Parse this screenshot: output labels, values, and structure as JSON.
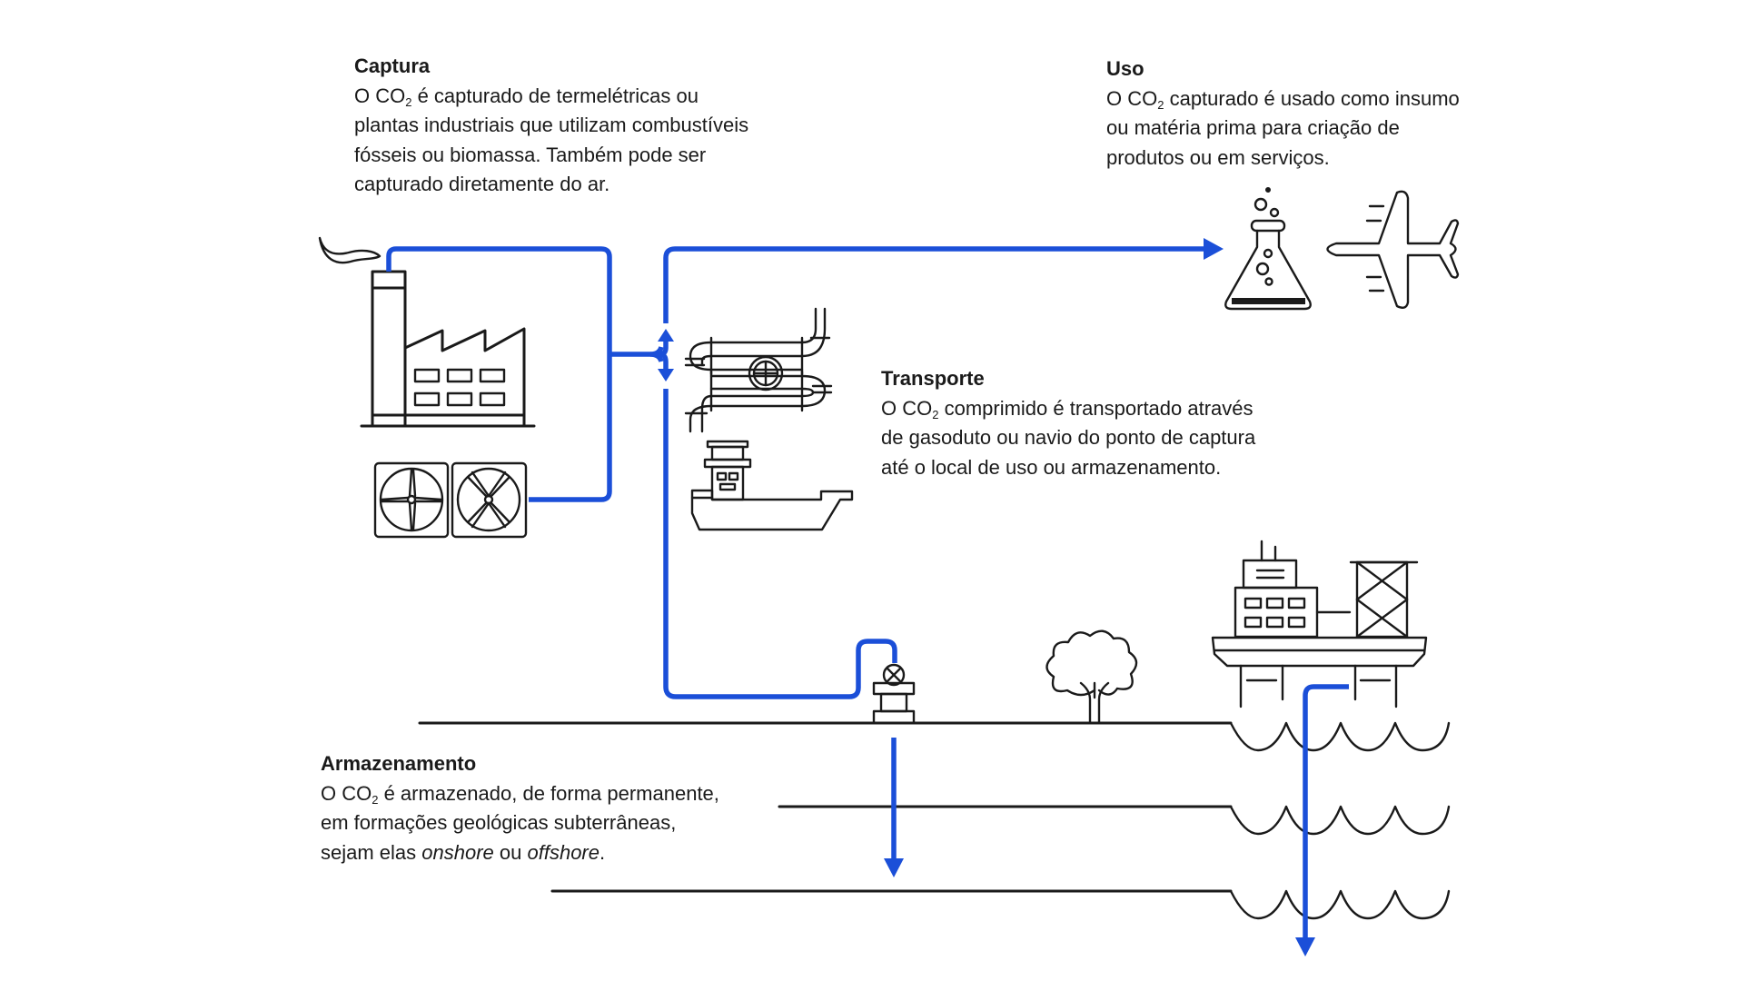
{
  "colors": {
    "flow": "#1b4fd8",
    "ink": "#1a1a1a",
    "background": "#ffffff"
  },
  "sections": {
    "captura": {
      "title": "Captura",
      "lines": [
        {
          "pre": "O CO",
          "sub": "2",
          "post": " é capturado de termelétricas ou"
        },
        {
          "text": "plantas industriais que utilizam combustíveis"
        },
        {
          "text": "fósseis ou biomassa. Também pode ser"
        },
        {
          "text": "capturado diretamente do ar."
        }
      ]
    },
    "uso": {
      "title": "Uso",
      "lines": [
        {
          "pre": "O CO",
          "sub": "2",
          "post": " capturado é usado como insumo"
        },
        {
          "text": "ou matéria prima para criação de"
        },
        {
          "text": "produtos ou em serviços."
        }
      ]
    },
    "transporte": {
      "title": "Transporte",
      "lines": [
        {
          "pre": "O CO",
          "sub": "2",
          "post": " comprimido é transportado através"
        },
        {
          "text": "de gasoduto ou navio do ponto de captura"
        },
        {
          "text": "até o local de uso ou armazenamento."
        }
      ]
    },
    "armazenamento": {
      "title": "Armazenamento",
      "lines": [
        {
          "pre": "O CO",
          "sub": "2",
          "post": " é armazenado, de forma permanente,"
        },
        {
          "text": "em formações geológicas subterrâneas,"
        },
        {
          "pre": "sejam elas ",
          "em1": "onshore",
          "mid": " ou ",
          "em2": "offshore",
          "post": "."
        }
      ]
    }
  },
  "icons": [
    "smoke-icon",
    "factory-icon",
    "direct-air-capture-fans-icon",
    "pipeline-icon",
    "ship-icon",
    "lab-flask-icon",
    "airplane-icon",
    "injection-wellhead-icon",
    "tree-icon",
    "offshore-platform-icon",
    "waves-icon"
  ]
}
